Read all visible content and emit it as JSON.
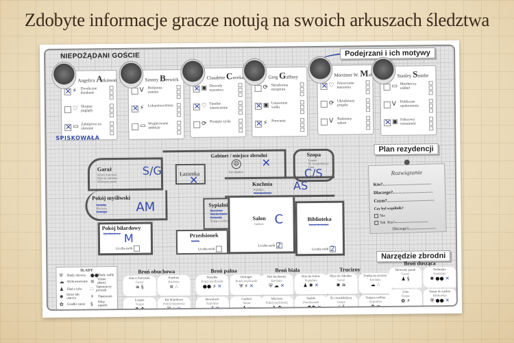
{
  "title": "Zdobyte informacje gracze notują na swoich arkuszach śledztwa",
  "sheet": {
    "guests_header": "NIEPOŻĄDANI GOŚCIE",
    "suspects_header": "Podejrzani i ich motywy",
    "plan_header": "Plan rezydencji",
    "tool_header": "Narzędzie zbrodni",
    "suspects": [
      {
        "first": "Angelica",
        "initial": "A",
        "rest": "tkinson",
        "motives": [
          {
            "icon": "⚡",
            "text": "Dwuliczne działanie",
            "marked": true
          },
          {
            "icon": "♡",
            "text": "Skrajne poglądy",
            "marked": false
          },
          {
            "icon": "▭",
            "text": "Zabójstwo na zlecenie",
            "marked": true
          }
        ],
        "note": "SPISKOWAŁA"
      },
      {
        "first": "Siostry",
        "initial": "B",
        "rest": "erwick",
        "motives": [
          {
            "icon": "V",
            "text": "Rodzinna zemsta",
            "marked": false
          },
          {
            "icon": "⚡",
            "text": "Lekarstwo/eterie",
            "marked": true
          },
          {
            "icon": "▭",
            "text": "Wygórowane ambicje",
            "marked": false
          }
        ]
      },
      {
        "first": "Claudette",
        "initial": "C",
        "rest": "avelar",
        "motives": [
          {
            "icon": "▣",
            "text": "Dowody oszustwa",
            "marked": true
          },
          {
            "icon": "♡",
            "text": "Fatalne zauroczenie",
            "marked": true
          },
          {
            "icon": "⟳",
            "text": "Przejęte zyski",
            "marked": false
          }
        ]
      },
      {
        "first": "Greg",
        "initial": "G",
        "rest": "affney",
        "motives": [
          {
            "icon": "⟳",
            "text": "Skradziona receptura",
            "marked": false
          },
          {
            "icon": "▣",
            "text": "Ustawione walki",
            "marked": true
          },
          {
            "icon": "⚡",
            "text": "Porwanie",
            "marked": true
          }
        ]
      },
      {
        "first": "Mortimer W.",
        "initial": "M",
        "rest": "allone",
        "motives": [
          {
            "icon": "♡",
            "text": "Zniszczone marzenia",
            "marked": true
          },
          {
            "icon": "⟳",
            "text": "Ukradziony projekt",
            "marked": false
          },
          {
            "icon": "V",
            "text": "Rodzinny sekret",
            "marked": false
          }
        ]
      },
      {
        "first": "Stanley",
        "initial": "S",
        "rest": "mithe",
        "motives": [
          {
            "icon": "▭",
            "text": "Morderczy zakład",
            "marked": false
          },
          {
            "icon": "V",
            "text": "Publiczne upokorzenie",
            "marked": false
          },
          {
            "icon": "▣",
            "text": "Fałszywa tożsamość",
            "marked": true
          }
        ]
      }
    ],
    "rooms": {
      "garage": {
        "name": "Garaż",
        "items": [
          "Klucz francuski",
          "Płyn do chłodnic",
          "Skórzany pasek"
        ],
        "note": "S/G"
      },
      "study": {
        "name": "Gabinet / miejsce zbrodni",
        "victim": "Pan Malton"
      },
      "bathroom": {
        "name": "Łazienka"
      },
      "shed": {
        "name": "Szopa",
        "items": [
          "Łopata",
          "Śr. owadobójczy",
          "Lina"
        ],
        "note": "C/S"
      },
      "kitchen": {
        "name": "Kuchnia",
        "items": [
          "Patelnia",
          "Nóż kuchenny",
          "Trutka na szczury"
        ],
        "note": "AS"
      },
      "hunting": {
        "name": "Pokój myśliwski",
        "items": [
          "Strzelba",
          "Maczeta",
          "Deringer"
        ],
        "note": "AM"
      },
      "bedroom": {
        "name": "Sypialnia",
        "items": [
          "Rewolwer",
          "Nóż do listów",
          "Poduszka",
          "Trująca roślina"
        ]
      },
      "billiard": {
        "name": "Pokój bilardowy",
        "items": [
          "Kij bilardowy"
        ],
        "note": "M",
        "count_label": "Liczba osób",
        "count": ""
      },
      "hall": {
        "name": "Przedsionek",
        "items": [
          "Szabla"
        ],
        "count_label": "Liczba osób",
        "count": ""
      },
      "salon": {
        "name": "Salon",
        "items": [
          "Garłacz"
        ],
        "note": "C",
        "count_label": "Liczba osób",
        "count": "2"
      },
      "library": {
        "name": "Biblioteka",
        "items": [
          "Sznur do zasłon"
        ],
        "count_label": "Liczba osób",
        "count": "2"
      }
    },
    "solution": {
      "title": "Rozwiązanie",
      "who": "Kto?",
      "why": "Dlaczego?",
      "with": "Czym?",
      "accomplice": "Czy był wspólnik?",
      "no": "Nie",
      "yes": "Tak",
      "yes_who": "Kto?",
      "yes_why": "Dlaczego?"
    },
    "legend": {
      "title": "ŚLADY",
      "items": [
        {
          "glyph": "⛨",
          "label": "Ślady obuwia"
        },
        {
          "glyph": "●●",
          "label": "Ślady walki"
        },
        {
          "glyph": "☁",
          "label": "Wykrwawienie"
        },
        {
          "glyph": "≋",
          "label": "Tłuste plamy"
        },
        {
          "glyph": "♟",
          "label": "Ślad z tyłu"
        },
        {
          "glyph": "∴",
          "label": "Tajemniczy proszek"
        },
        {
          "glyph": "✺",
          "label": "Sińce lub otarcia"
        },
        {
          "glyph": "⚡",
          "label": "Oparzenia"
        },
        {
          "glyph": "✿",
          "label": "Grudki ziemi"
        },
        {
          "glyph": "§",
          "label": "Silny zapach"
        }
      ]
    },
    "weapon_groups": [
      {
        "title": "Broń obuchowa",
        "weapons": [
          {
            "name": "Klucz francuski",
            "loc": "Garaż",
            "icons": "≋ §",
            "x": false
          },
          {
            "name": "Patelnia",
            "loc": "Kuchnia",
            "icons": "≋ ∴",
            "x": false
          },
          {
            "name": "Łopata",
            "loc": "Szopa",
            "icons": "✺ ✿",
            "x": false
          },
          {
            "name": "Kij bilardowy",
            "loc": "Pokój bilardowy",
            "icons": "⛨ ∴",
            "x": true
          }
        ]
      },
      {
        "title": "Broń palna",
        "weapons": [
          {
            "name": "Strzelba",
            "loc": "Pokój myśliwski",
            "icons": "●● ⚡",
            "x": true
          },
          {
            "name": "Deringer",
            "loc": "Pokój myśliwski",
            "icons": "⛨ ⚡",
            "x": true
          },
          {
            "name": "Rewolwer",
            "loc": "Sypialnia",
            "icons": "☁ §",
            "x": true
          },
          {
            "name": "Garłacz",
            "loc": "Salon",
            "icons": "♟ ∴",
            "x": false
          }
        ]
      },
      {
        "title": "Broń biała",
        "weapons": [
          {
            "name": "Nóż kuchenny",
            "loc": "Kuchnia",
            "icons": "⛨ ☁",
            "x": true
          },
          {
            "name": "Nóż do listów",
            "loc": "Sypialnia",
            "icons": "♟ ✺",
            "x": true
          },
          {
            "name": "Maczeta",
            "loc": "Pokój myśliwski",
            "icons": "♟ ✿",
            "x": false
          },
          {
            "name": "Szabla",
            "loc": "Przedsionek",
            "icons": "☁ ●●",
            "x": true
          }
        ]
      },
      {
        "title": "Trucizny",
        "weapons": [
          {
            "name": "Płyn do chłodnic",
            "loc": "Garaż",
            "icons": "✺ ≋",
            "x": false
          },
          {
            "name": "Trutka na szczury",
            "loc": "Kuchnia",
            "icons": "☁ ∴",
            "x": false
          },
          {
            "name": "Śr. owadobójczy",
            "loc": "Szopa",
            "icons": "⚡ §",
            "x": false
          },
          {
            "name": "Trująca roślina",
            "loc": "Sypialnia",
            "icons": "✿ ≋",
            "x": false
          }
        ]
      },
      {
        "title": "Broń dusząca",
        "weapons": [
          {
            "name": "Skórzany pasek",
            "loc": "Garaż",
            "icons": "♟ §",
            "x": false
          },
          {
            "name": "Poduszka",
            "loc": "Sypialnia",
            "icons": "✺ ●●",
            "x": true
          },
          {
            "name": "Lina",
            "loc": "Szopa",
            "icons": "✿ ⚡",
            "x": false
          },
          {
            "name": "Sznur do zasłon",
            "loc": "Biblioteka",
            "icons": "⛨ ●●",
            "x": true
          }
        ]
      }
    ]
  },
  "colors": {
    "ink": "#3347a8",
    "parchment": "#efe3c8",
    "title": "#3a2a1c"
  }
}
